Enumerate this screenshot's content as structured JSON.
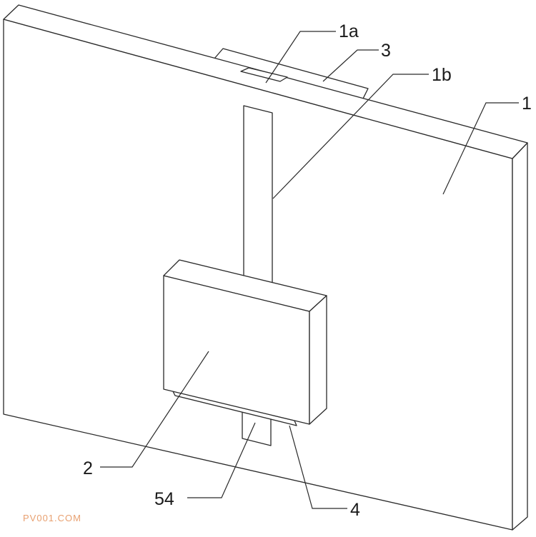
{
  "labels": {
    "plate": "1",
    "opening": "1a",
    "slot": "1b",
    "box": "2",
    "top_bracket": "3",
    "bottom_strip": "4",
    "slider": "54"
  },
  "watermark": "PV001.COM",
  "colors": {
    "line": "#2a2a2a",
    "watermark": "#e8a070"
  }
}
